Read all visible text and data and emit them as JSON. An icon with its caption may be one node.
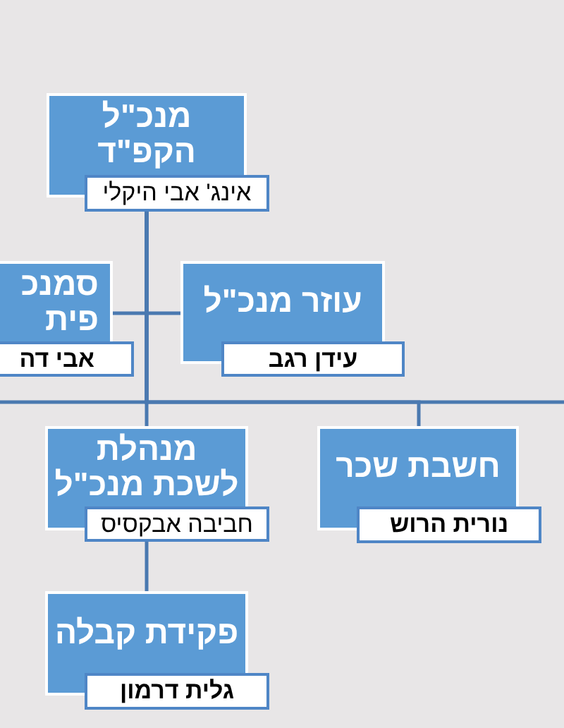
{
  "diagram": {
    "nodes": [
      {
        "text": [
          "מנכ\"ל הקפ\"ד",
          "אינג' אבי היקלי"
        ]
      },
      {
        "text": [
          "עוזר מנכ\"ל",
          "עידן רגב"
        ]
      },
      {
        "text": [
          "סמנכ פית",
          "אבי דה"
        ]
      },
      {
        "text": [
          "חשבת שכר",
          "נורית הרוש"
        ]
      },
      {
        "text": [
          "מנהלת לשכת מנכ\"ל",
          "חביבה אבקסיס"
        ]
      },
      {
        "text": [
          "פקידת קבלה",
          "גלית דרמון"
        ]
      }
    ],
    "edges": [
      {
        "from": 0,
        "to": 1,
        "arrow": "none"
      },
      {
        "from": 0,
        "to": 2,
        "arrow": "none"
      },
      {
        "from": 0,
        "to": 3,
        "arrow": "none"
      },
      {
        "from": 0,
        "to": 4,
        "arrow": "none"
      },
      {
        "from": 0,
        "to": null,
        "arrow": "none"
      },
      {
        "from": 0,
        "to": null,
        "arrow": "none"
      },
      {
        "from": 4,
        "to": 5,
        "arrow": "none"
      }
    ]
  }
}
